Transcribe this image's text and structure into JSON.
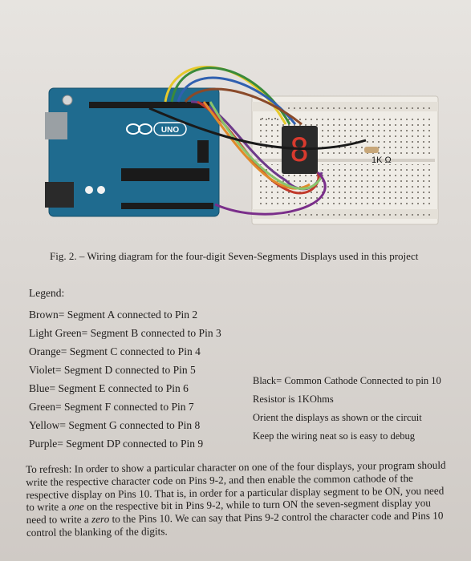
{
  "figure": {
    "board_logo_text": "UNO",
    "resistor_label": "1K Ω",
    "display_digit": "8"
  },
  "caption": "Fig. 2. – Wiring diagram for the four-digit Seven-Segments Displays used in this project",
  "legend": {
    "heading": "Legend:",
    "items": [
      "Brown= Segment A connected to Pin 2",
      "Light Green= Segment B connected to Pin 3",
      "Orange= Segment C connected to Pin 4",
      "Violet= Segment D connected to Pin 5",
      "Blue= Segment E connected to Pin 6",
      "Green= Segment F connected to Pin 7",
      "Yellow= Segment G connected to Pin 8",
      "Purple= Segment DP connected to Pin 9"
    ]
  },
  "notes": [
    "Black= Common Cathode Connected to pin 10",
    "Resistor is 1KOhms",
    "Orient the displays as shown or the circuit",
    "Keep the wiring neat so is easy to debug"
  ],
  "refresh": {
    "part1": "To refresh: In order to show a particular character on one of the four displays, your program should write the respective character code on Pins 9-2, and then enable the common cathode of the respective display on Pins 10. That is, in order for a particular display segment to be ON, you need to write a ",
    "em1": "one",
    "part2": " on the respective bit in Pins 9-2, while to turn ON the seven-segment display you need to write a ",
    "em2": "zero",
    "part3": " to the Pins 10. We can say that Pins 9-2 control the character code and Pins 10 control the blanking of the digits."
  }
}
